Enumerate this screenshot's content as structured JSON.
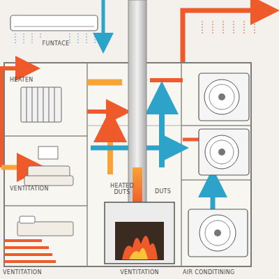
{
  "diagram": {
    "labels": [
      "FUNTACE",
      "HEATEN",
      "VENTITATION",
      "HEATED DUTS",
      "DUTS",
      "VENTITATION",
      "VENTITATION",
      "AIR CONDITINING"
    ]
  }
}
